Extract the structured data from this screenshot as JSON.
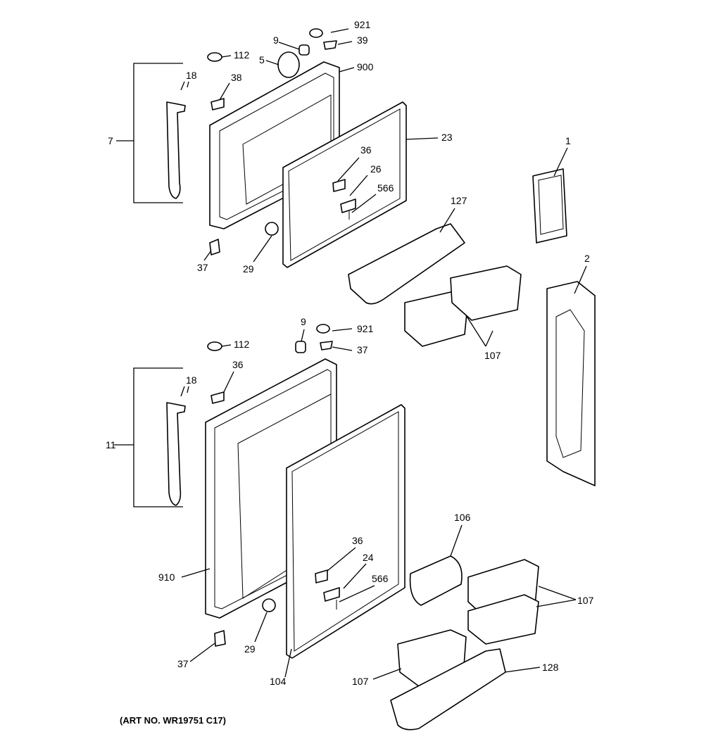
{
  "caption": "(ART NO. WR19751 C17)",
  "labels": [
    "921",
    "39",
    "9",
    "5",
    "112",
    "900",
    "18",
    "38",
    "7",
    "23",
    "36",
    "26",
    "566",
    "1",
    "127",
    "37",
    "29",
    "2",
    "107",
    "9",
    "921",
    "112",
    "37",
    "36",
    "18",
    "11",
    "106",
    "36",
    "24",
    "566",
    "107",
    "910",
    "29",
    "37",
    "104",
    "107",
    "128"
  ]
}
